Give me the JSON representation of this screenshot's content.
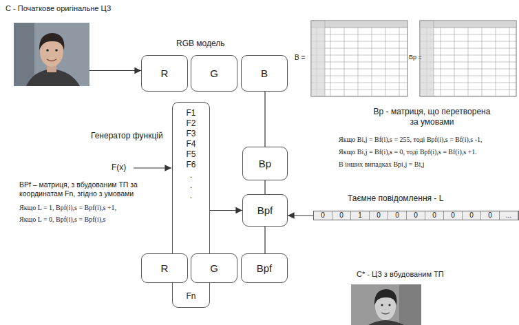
{
  "diagram": {
    "nodes": [
      {
        "text": [
          "C - Початкове оригінальне ЦЗ"
        ]
      },
      {
        "text": [
          "R"
        ]
      },
      {
        "text": [
          "G"
        ]
      },
      {
        "text": [
          "B"
        ]
      },
      {
        "text": [
          "F1",
          "F2",
          "F3",
          "F4",
          "F5",
          "F6",
          ".",
          ".",
          ".",
          "Fn"
        ]
      },
      {
        "text": [
          "Bp"
        ]
      },
      {
        "text": [
          "Bpf"
        ]
      },
      {
        "text": [
          "0",
          "0",
          "1",
          "0",
          "0",
          "0",
          "0",
          "0",
          "0",
          "0",
          "..."
        ]
      },
      {
        "text": [
          "R"
        ]
      },
      {
        "text": [
          "G"
        ]
      },
      {
        "text": [
          "Bpf"
        ]
      },
      {
        "text": [
          "C* - ЦЗ з вбудованим ТП"
        ]
      }
    ],
    "edges": [
      {
        "from": 0,
        "to": 1,
        "arrow": "to"
      },
      {
        "from": 3,
        "to": 5,
        "arrow": "none"
      },
      {
        "from": 5,
        "to": 6,
        "arrow": "none"
      },
      {
        "from": 4,
        "to": 6,
        "arrow": "to"
      },
      {
        "from": 7,
        "to": 6,
        "arrow": "to"
      },
      {
        "from": 6,
        "to": 10,
        "arrow": "none"
      }
    ],
    "labels": [
      "RGB модель",
      "B =",
      "Bp =",
      "Bp - матриця, що перетворена за умовами",
      "Якщо Bi,j = Bf(i),s = 255, тоді Bpf(i),s = Bf(i),s -1,",
      "Якщо Bi,j = Bf(i),s = 0, тоді Bpf(i),s = Bf(i),s +1.",
      "В інших випадках Bpi,j = Bi,j",
      "Генератор функцій",
      "F(x)",
      "BPf – матриця, з вбудованим ТП за координатам Fn, згідно з умовами",
      "Якщо L = 1, Bpf(i),s = Bpf(i),s +1,",
      "Якщо L = 0, Bpf(i),s = Bpf(i),s",
      "Таємне повідомлення - L"
    ]
  }
}
